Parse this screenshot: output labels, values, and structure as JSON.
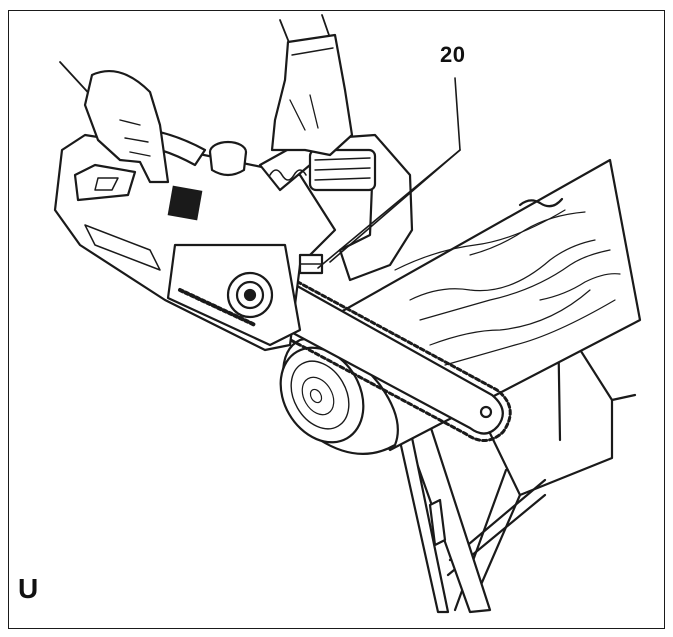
{
  "figure": {
    "letter": "U",
    "callout_number": "20"
  },
  "colors": {
    "line": "#1a1a1a",
    "paper": "#ffffff",
    "grey": "#cfcfcf"
  },
  "icons": {
    "callout_leader": "leader-lines"
  }
}
